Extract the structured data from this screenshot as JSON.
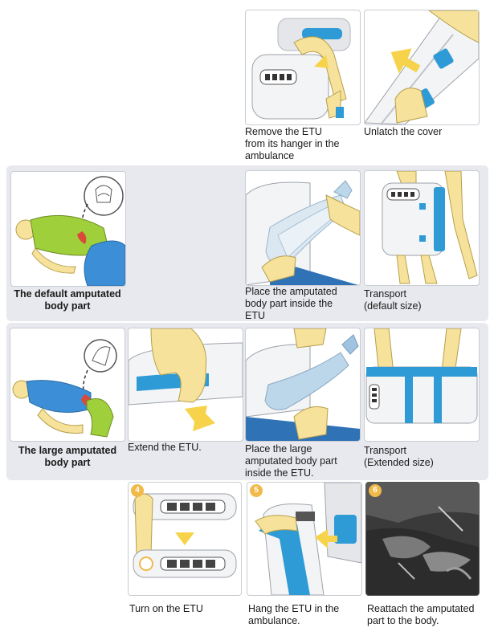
{
  "colors": {
    "band": "#e7e9ee",
    "skin": "#f7e29b",
    "shirt_green": "#9fcf3a",
    "pants_blue": "#3c8fd6",
    "device_blue": "#2f9bd6",
    "arrow_yellow": "#f6d34a"
  },
  "row1": {
    "step1_caption": "Remove the ETU\nfrom its hanger in the\nambulance",
    "step2_caption": "Unlatch the cover"
  },
  "row2": {
    "label": "The default amputated\nbody part",
    "step_place_caption": "Place the amputated\nbody part inside the\nETU",
    "step_transport_caption": "Transport\n(default size)"
  },
  "row3": {
    "label": "The large amputated\nbody part",
    "step_extend_caption": "Extend the ETU.",
    "step_place_caption": "Place the large\namputated body part\ninside the ETU.",
    "step_transport_caption": "Transport\n(Extended size)"
  },
  "row4": {
    "step4_number": "4",
    "step4_caption": "Turn on the ETU",
    "step5_number": "5",
    "step5_caption": "Hang the ETU in the\nambulance.",
    "step6_number": "6",
    "step6_caption": "Reattach the amputated\npart to the body."
  }
}
